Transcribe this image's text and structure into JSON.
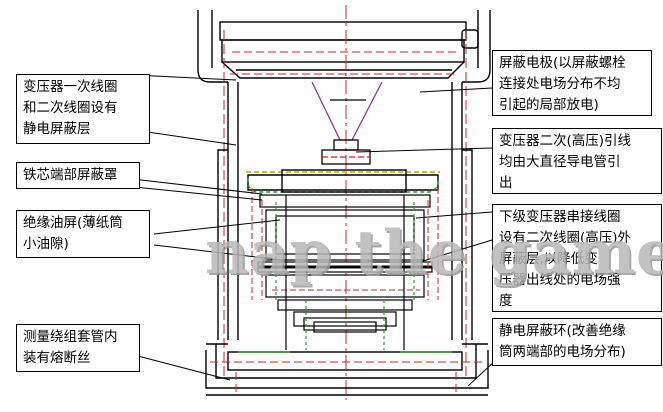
{
  "labels": {
    "shield_electrode": "屏蔽电极(以屏蔽螺栓\n连接处电场分布不均\n引起的局部放电)",
    "winding_shield": "变压器一次线圈\n和二次线圈设有\n静电屏蔽层",
    "secondary_leads": "变压器二次(高压)引线\n均由大直径导电管引\n出",
    "core_end_shield": "铁芯端部屏蔽罩",
    "lower_stage": "下级变压器串接线圈\n设有二次线圈(高压)外\n屏蔽层,以降低变\n压器出线处的电场强\n度",
    "oil_barrier": "绝缘油屏(薄纸筒\n小油隙)",
    "shield_ring": "静电屏蔽环(改善绝缘\n筒两端部的电场分布)",
    "fuse_note": "测量绕组套管内\n装有熔断丝"
  },
  "watermark": "nap the game",
  "colors": {
    "line": "#000000",
    "red": "#d42020",
    "green": "#2e9a2e",
    "purple": "#8a3a9a"
  }
}
